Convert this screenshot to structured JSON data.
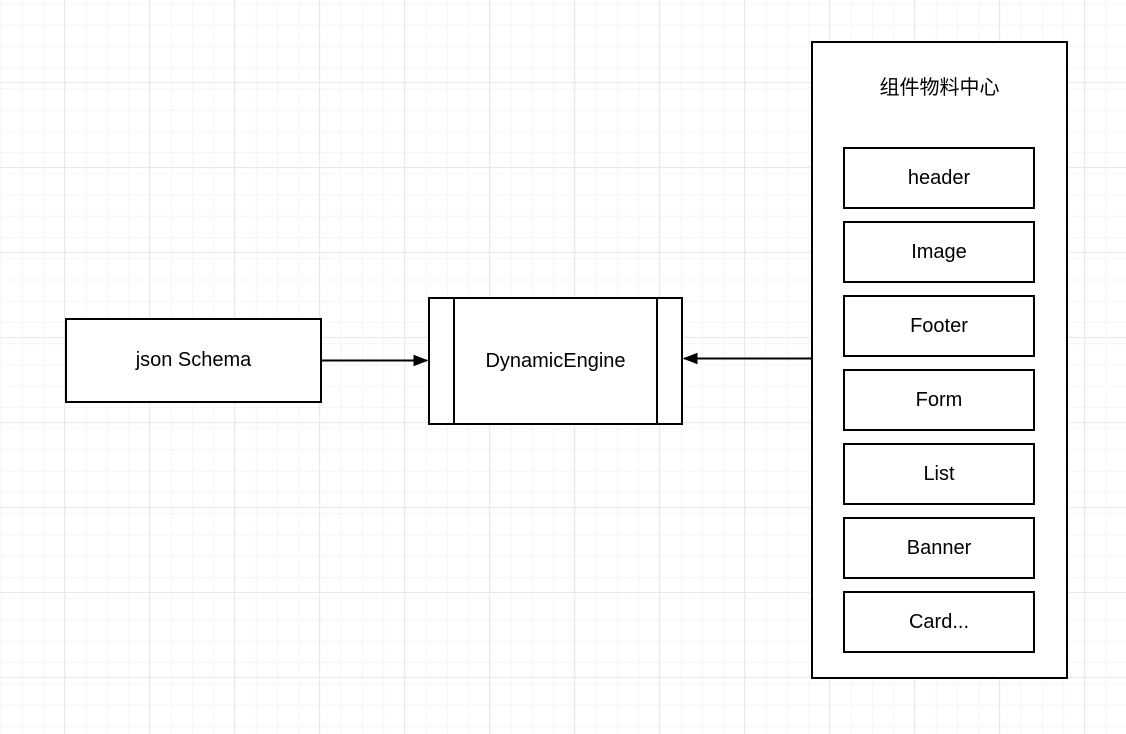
{
  "diagram": {
    "json_schema": {
      "label": "json Schema"
    },
    "engine": {
      "label": "DynamicEngine"
    },
    "palette": {
      "title": "组件物料中心",
      "items": [
        "header",
        "Image",
        "Footer",
        "Form",
        "List",
        "Banner",
        "Card..."
      ]
    },
    "colors": {
      "stroke": "#000000",
      "fill": "#ffffff",
      "grid_minor": "#f6f6f6",
      "grid_major": "#e9e9e9"
    }
  }
}
